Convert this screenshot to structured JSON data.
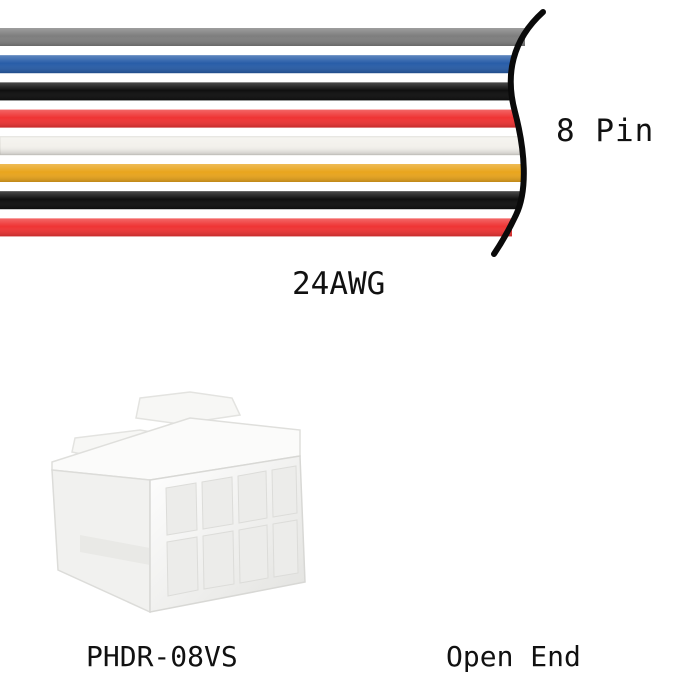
{
  "cable": {
    "pin_label": "8 Pin",
    "gauge_label": "24AWG",
    "wires": [
      {
        "name": "gray",
        "color": "#7e7e7e"
      },
      {
        "name": "blue",
        "color": "#285da8"
      },
      {
        "name": "black",
        "color": "#0f0f0f"
      },
      {
        "name": "red",
        "color": "#ef3434"
      },
      {
        "name": "white",
        "color": "#f3f1ec"
      },
      {
        "name": "yellow",
        "color": "#e9a51d"
      },
      {
        "name": "black",
        "color": "#0f0f0f"
      },
      {
        "name": "red",
        "color": "#ef3434"
      }
    ]
  },
  "connector": {
    "label": "PHDR-08VS",
    "color": "#f4f4f2"
  },
  "other_end": {
    "label": "Open End"
  }
}
